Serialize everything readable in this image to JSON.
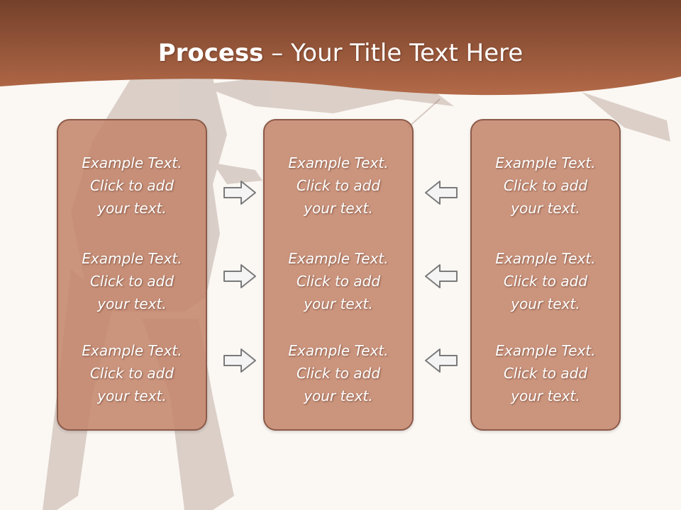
{
  "slide": {
    "title_bold": "Process",
    "title_rest": "– Your Title Text Here"
  },
  "columns": [
    {
      "items": [
        {
          "line1": "Example Text.",
          "line2": "Click  to add",
          "line3": "your text."
        },
        {
          "line1": "Example Text.",
          "line2": "Click  to add",
          "line3": "your text."
        },
        {
          "line1": "Example Text.",
          "line2": "Click  to add",
          "line3": "your text."
        }
      ]
    },
    {
      "items": [
        {
          "line1": "Example Text.",
          "line2": "Click  to add",
          "line3": "your text."
        },
        {
          "line1": "Example Text.",
          "line2": "Click  to add",
          "line3": "your text."
        },
        {
          "line1": "Example Text.",
          "line2": "Click  to add",
          "line3": "your text."
        }
      ]
    },
    {
      "items": [
        {
          "line1": "Example Text.",
          "line2": "Click  to add",
          "line3": "your text."
        },
        {
          "line1": "Example Text.",
          "line2": "Click  to add",
          "line3": "your text."
        },
        {
          "line1": "Example Text.",
          "line2": "Click  to add",
          "line3": "your text."
        }
      ]
    }
  ],
  "arrows": {
    "left_set": [
      "right-arrow-icon",
      "right-arrow-icon",
      "right-arrow-icon"
    ],
    "right_set": [
      "left-arrow-icon",
      "left-arrow-icon",
      "left-arrow-icon"
    ]
  },
  "colors": {
    "header_brown": "#a8603e",
    "box_fill": "#c4866c",
    "box_border": "#8c5a48",
    "background": "#fbf7f3",
    "arrow_fill": "#f4f4f4",
    "arrow_stroke": "#7a7a7a"
  }
}
